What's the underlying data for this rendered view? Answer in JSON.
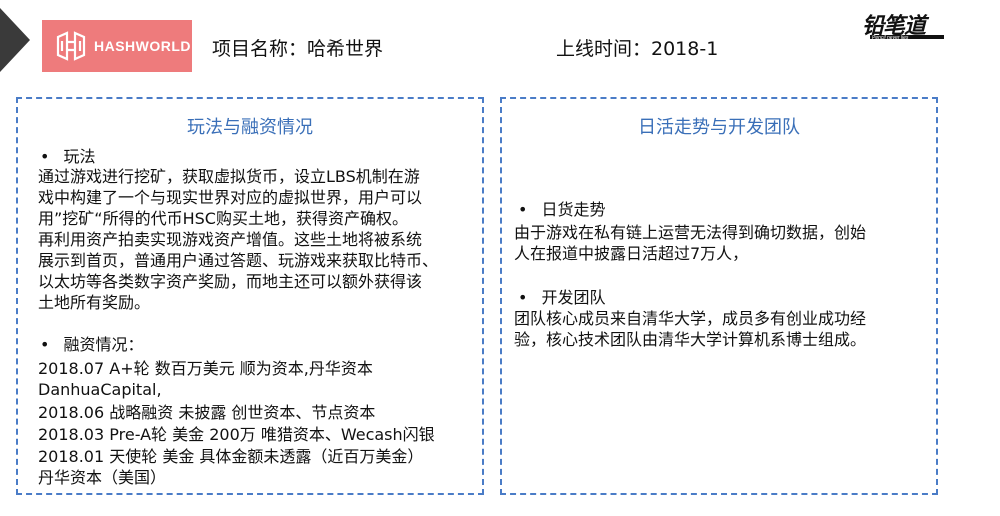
{
  "header": {
    "logo_text": "HASHWORLD",
    "project_name": "项目名称：哈希世界",
    "launch_time": "上线时间：2018-1",
    "brand_logo": "铅笔道",
    "brand_sub": "Pencil never lies"
  },
  "left_panel": {
    "title": "玩法与融资情况",
    "gameplay_heading": "玩法",
    "gameplay_lines": [
      "通过游戏进行挖矿，获取虚拟货币，设立LBS机制在游",
      "戏中构建了一个与现实世界对应的虚拟世界，用户可以",
      "用”挖矿“所得的代币HSC购买土地，获得资产确权。",
      "再利用资产拍卖实现游戏资产增值。这些土地将被系统",
      "展示到首页，普通用户通过答题、玩游戏来获取比特币、",
      "以太坊等各类数字资产奖励，而地主还可以额外获得该",
      "土地所有奖励。"
    ],
    "financing_heading": "融资情况：",
    "financing_lines": [
      "2018.07  A+轮   数百万美元   顺为资本,丹华资本",
      "DanhuaCapital,",
      "2018.06 战略融资 未披露  创世资本、节点资本",
      "2018.03 Pre-A轮 美金 200万 唯猎资本、Wecash闪银",
      "2018.01  天使轮  美金  具体金额未透露（近百万美金）",
      "丹华资本（美国）"
    ]
  },
  "right_panel": {
    "title": "日活走势与开发团队",
    "dau_heading": "日货走势",
    "dau_lines": [
      "由于游戏在私有链上运营无法得到确切数据，创始",
      "人在报道中披露日活超过7万人，"
    ],
    "team_heading": "开发团队",
    "team_lines": [
      "团队核心成员来自清华大学，成员多有创业成功经",
      "验，核心技术团队由清华大学计算机系博士组成。"
    ]
  }
}
